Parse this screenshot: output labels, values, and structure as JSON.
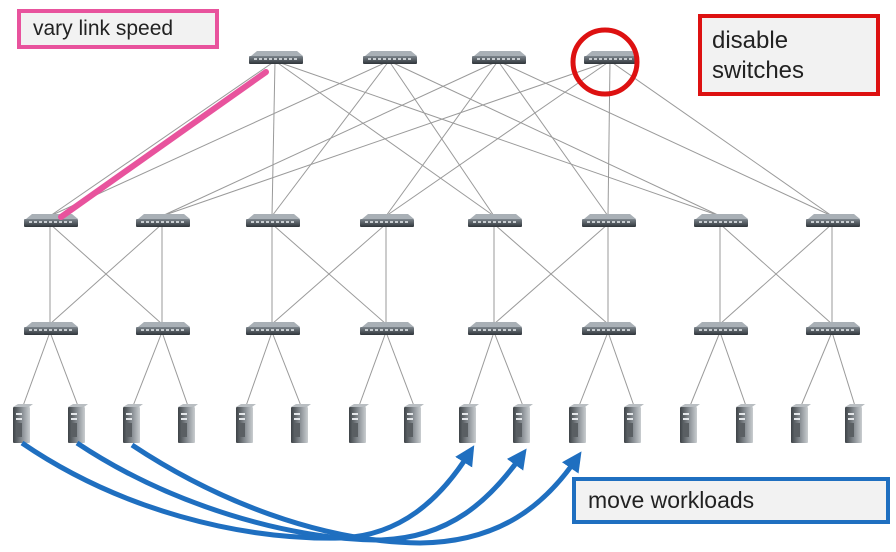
{
  "annotations": {
    "vary_link_speed": "vary link speed",
    "disable_line1": "disable",
    "disable_line2": "switches",
    "move_workloads": "move workloads"
  },
  "colors": {
    "speed": "#e8539d",
    "disable": "#dd1111",
    "move": "#1f6fc0",
    "link": "#9a9a9a"
  },
  "icons": {
    "switch": "network-switch-icon",
    "server": "server-tower-icon"
  }
}
